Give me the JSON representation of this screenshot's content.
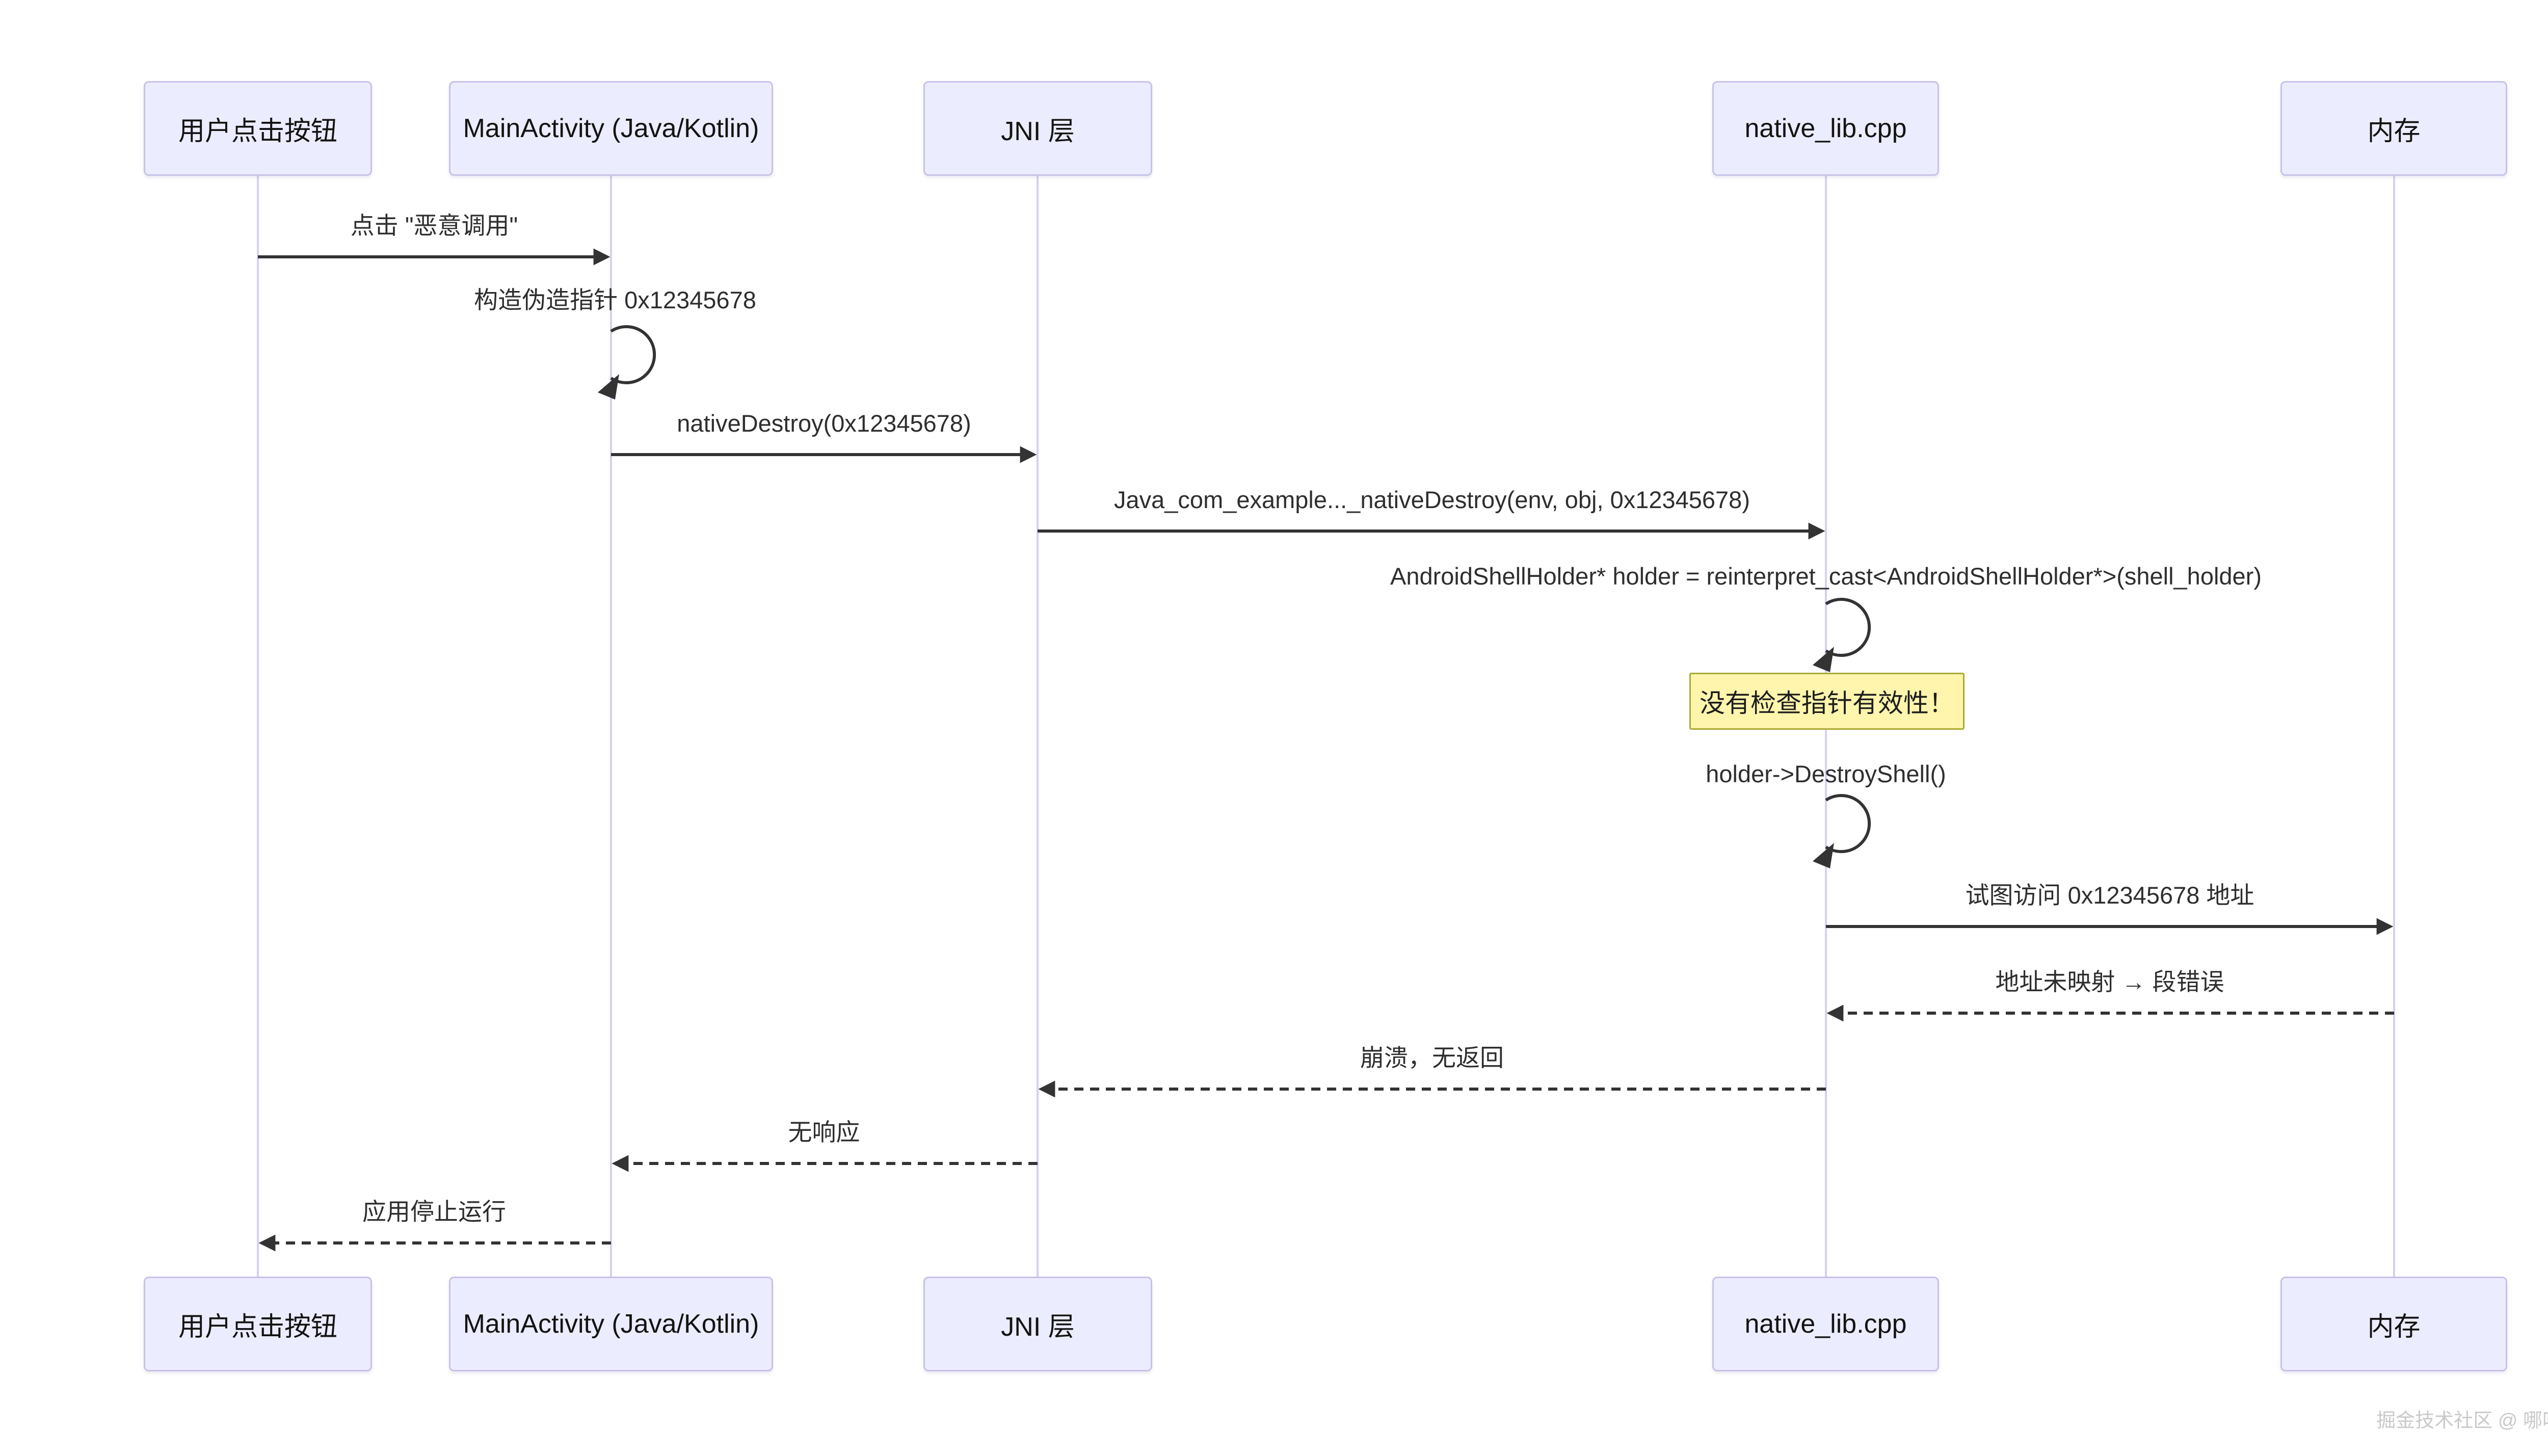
{
  "diagram": {
    "type": "sequence-diagram",
    "colors": {
      "background": "#ffffff",
      "actor_fill": "#ECECFF",
      "actor_border": "#C8C2E8",
      "lifeline": "#D5D1EE",
      "arrow": "#333333",
      "note_fill": "#FFF5AD",
      "note_border": "#AAAA33",
      "watermark_text_color": "#c9c9c9"
    },
    "actors": [
      {
        "label": "用户点击按钮"
      },
      {
        "label": "MainActivity (Java/Kotlin)"
      },
      {
        "label": "JNI 层"
      },
      {
        "label": "native_lib.cpp"
      },
      {
        "label": "内存"
      }
    ],
    "messages": [
      {
        "text": "点击 \"恶意调用\"",
        "from": "用户点击按钮",
        "to": "MainActivity (Java/Kotlin)",
        "style": "solid"
      },
      {
        "text": "构造伪造指针 0x12345678",
        "from": "MainActivity (Java/Kotlin)",
        "to": "MainActivity (Java/Kotlin)",
        "style": "self-loop"
      },
      {
        "text": "nativeDestroy(0x12345678)",
        "from": "MainActivity (Java/Kotlin)",
        "to": "JNI 层",
        "style": "solid"
      },
      {
        "text": "Java_com_example..._nativeDestroy(env, obj, 0x12345678)",
        "from": "JNI 层",
        "to": "native_lib.cpp",
        "style": "solid"
      },
      {
        "text": "AndroidShellHolder* holder = reinterpret_cast<AndroidShellHolder*>(shell_holder)",
        "from": "native_lib.cpp",
        "to": "native_lib.cpp",
        "style": "self-loop"
      },
      {
        "text": "holder->DestroyShell()",
        "from": "native_lib.cpp",
        "to": "native_lib.cpp",
        "style": "self-loop"
      },
      {
        "text": "试图访问 0x12345678 地址",
        "from": "native_lib.cpp",
        "to": "内存",
        "style": "solid"
      },
      {
        "text": "地址未映射 → 段错误",
        "from": "内存",
        "to": "native_lib.cpp",
        "style": "dashed"
      },
      {
        "text": "崩溃，无返回",
        "from": "native_lib.cpp",
        "to": "JNI 层",
        "style": "dashed"
      },
      {
        "text": "无响应",
        "from": "JNI 层",
        "to": "MainActivity (Java/Kotlin)",
        "style": "dashed"
      },
      {
        "text": "应用停止运行",
        "from": "MainActivity (Java/Kotlin)",
        "to": "用户点击按钮",
        "style": "dashed"
      }
    ],
    "note": {
      "text": "没有检查指针有效性！",
      "over": "native_lib.cpp"
    },
    "watermark": "掘金技术社区 @ 哪吒网络安全"
  }
}
